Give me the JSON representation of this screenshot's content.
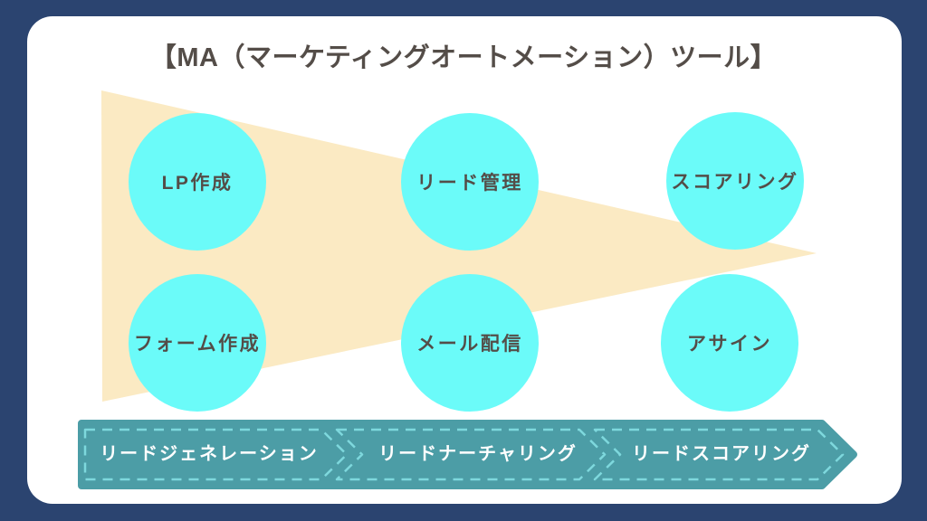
{
  "title": "【MA（マーケティングオートメーション）ツール】",
  "funnel": {
    "tools": [
      {
        "label": "LP作成"
      },
      {
        "label": "リード管理"
      },
      {
        "label": "スコアリング"
      },
      {
        "label": "フォーム作成"
      },
      {
        "label": "メール配信"
      },
      {
        "label": "アサイン"
      }
    ]
  },
  "stages": [
    {
      "label": "リードジェネレーション"
    },
    {
      "label": "リードナーチャリング"
    },
    {
      "label": "リードスコアリング"
    }
  ],
  "colors": {
    "background": "#2B4470",
    "card": "#FFFFFF",
    "funnel_fill": "#FBEAC3",
    "circle_fill": "#6BFBF9",
    "banner_fill": "#4C9DA6",
    "banner_dash": "#7ED8DD",
    "heading_text": "#544D48",
    "banner_text": "#FFFFFF"
  }
}
